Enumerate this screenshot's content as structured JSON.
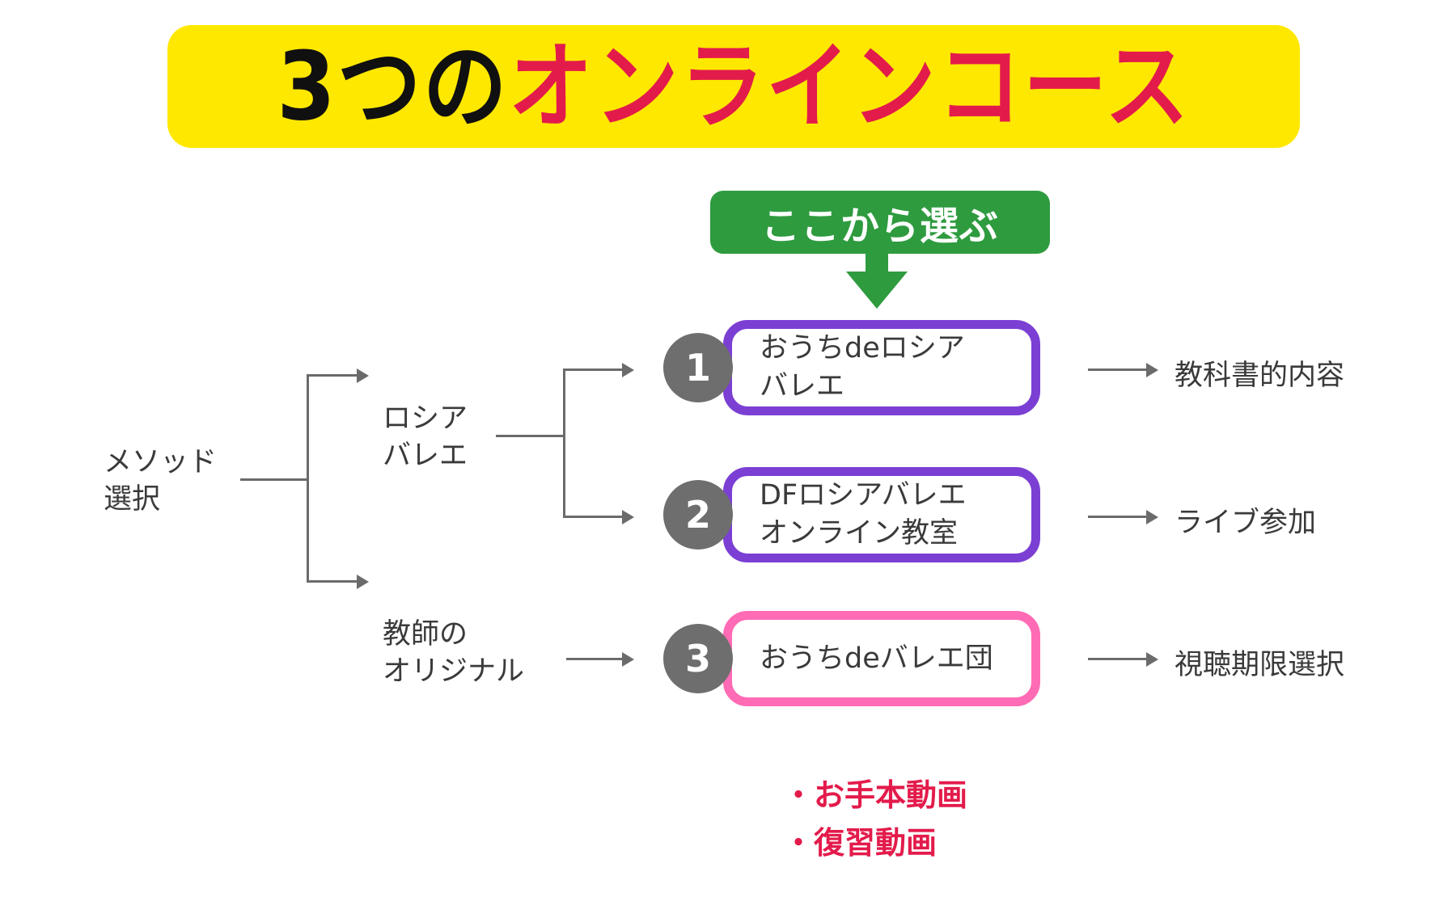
{
  "title": {
    "part_black": "3つの",
    "part_red": "オンラインコース",
    "banner_color": "#FFE800",
    "black_color": "#101010",
    "red_color": "#E31B4B"
  },
  "callout": {
    "text": "ここから選ぶ",
    "color": "#2E9B3F",
    "arrow_icon": "arrow-down-icon"
  },
  "tree": {
    "root": "メソッド\n選択",
    "branches": [
      {
        "label": "ロシア\nバレエ"
      },
      {
        "label": "教師の\nオリジナル"
      }
    ]
  },
  "courses": [
    {
      "number": "1",
      "label": "おうちdeロシア\nバレエ",
      "border_color": "#7B3FD4",
      "outcome": "教科書的内容"
    },
    {
      "number": "2",
      "label": "DFロシアバレエ\nオンライン教室",
      "border_color": "#7B3FD4",
      "outcome": "ライブ参加"
    },
    {
      "number": "3",
      "label": "おうちdeバレエ団",
      "border_color": "#FF6BB5",
      "outcome": "視聴期限選択"
    }
  ],
  "bullets": [
    "・お手本動画",
    "・復習動画"
  ],
  "bullet_color": "#E31B4B"
}
